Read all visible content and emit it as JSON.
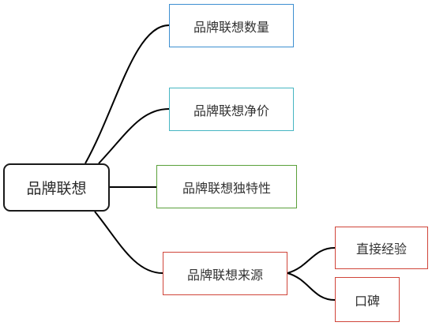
{
  "diagram": {
    "root": {
      "label": "品牌联想"
    },
    "branches": [
      {
        "id": "quantity",
        "label": "品牌联想数量",
        "color": "#3d8fd1"
      },
      {
        "id": "net-value",
        "label": "品牌联想净价",
        "color": "#46b6c2"
      },
      {
        "id": "uniqueness",
        "label": "品牌联想独特性",
        "color": "#5aa03a"
      },
      {
        "id": "source",
        "label": "品牌联想来源",
        "color": "#d0453a",
        "children": [
          {
            "id": "direct-exp",
            "label": "直接经验",
            "color": "#d0453a"
          },
          {
            "id": "word-of-mouth",
            "label": "口碑",
            "color": "#d0453a"
          }
        ]
      }
    ],
    "connector_color": "#000000"
  }
}
